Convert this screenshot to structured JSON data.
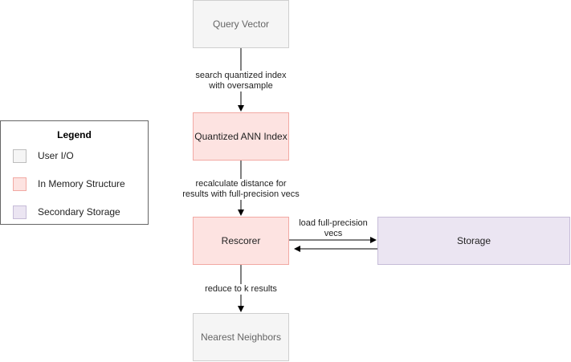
{
  "nodes": {
    "query_vector": "Query Vector",
    "quantized_index": "Quantized ANN Index",
    "rescorer": "Rescorer",
    "storage": "Storage",
    "nearest_neighbors": "Nearest Neighbors"
  },
  "edges": {
    "search": [
      "search quantized index",
      "with oversample"
    ],
    "recalculate": [
      "recalculate distance for",
      "results with full-precision vecs"
    ],
    "load": [
      "load full-precision",
      "vecs"
    ],
    "reduce": "reduce to k results"
  },
  "legend": {
    "title": "Legend",
    "items": [
      {
        "label": "User I/O"
      },
      {
        "label": "In Memory Structure"
      },
      {
        "label": "Secondary Storage"
      }
    ]
  },
  "colors": {
    "user_io_fill": "#f5f5f5",
    "in_memory_fill": "#fde3e1",
    "secondary_fill": "#ebe5f2"
  }
}
